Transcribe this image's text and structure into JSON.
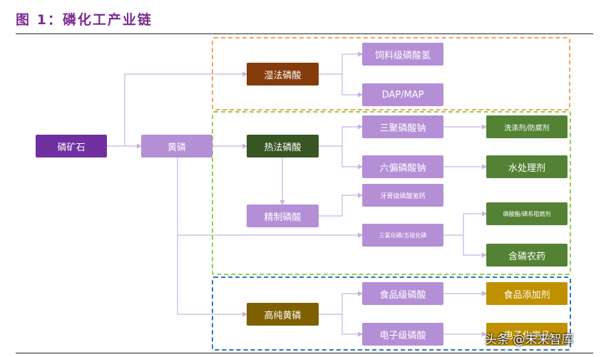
{
  "title": "图 1：磷化工产业链",
  "colors": {
    "ore": "#7030a0",
    "light_purple": "#b48fd6",
    "wet": "#843c0c",
    "thermal": "#375623",
    "green": "#548235",
    "gold_dark": "#7f6000",
    "gold": "#bf9000",
    "orange_group": "#f4a261",
    "green_group": "#8fd14f",
    "blue_group": "#2e75b6",
    "wire": "#c6b3e0"
  },
  "nodes": {
    "phosphate_rock": "磷矿石",
    "yellow_phosphorus": "黄磷",
    "wet_phosphoric_acid": "湿法磷酸",
    "feed_grade_ammonium": "饲料级磷酸氢",
    "dap_map": "DAP/MAP",
    "thermal_phosphoric_acid": "热法磷酸",
    "stpp": "三聚磷酸钠",
    "detergent": "洗涤剂/防腐剂",
    "shmp": "六偏磷酸钠",
    "water_treatment": "水处理剂",
    "refined_phosphoric_acid": "精制磷酸",
    "toothpaste_calcium": "牙膏级磷酸氢钙",
    "pcl3_pcl5": "三氯化磷/五硫化磷",
    "phosphorus_flame": "磷酸酯/磷系阻燃剂",
    "phosphorus_pesticide": "含磷农药",
    "high_purity_p": "高纯黄磷",
    "food_grade_acid": "食品级磷酸",
    "food_additive": "食品添加剂",
    "electronic_acid": "电子级磷酸",
    "electronic_chem": "电子化学品"
  },
  "watermark": "头条 @未来智库"
}
